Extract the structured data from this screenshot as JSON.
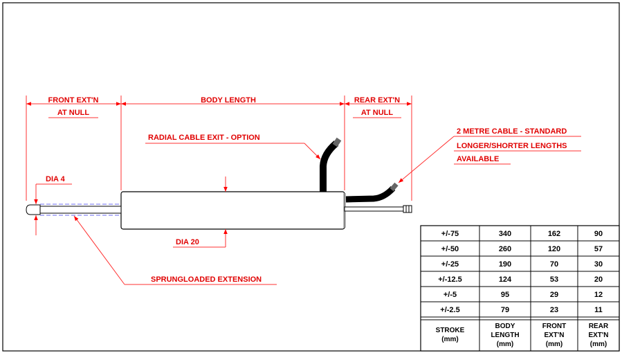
{
  "labels": {
    "front_ext_1": "FRONT EXT'N",
    "front_ext_2": "AT NULL",
    "body_length": "BODY LENGTH",
    "rear_ext_1": "REAR EXT'N",
    "rear_ext_2": "AT NULL",
    "radial_cable": "RADIAL CABLE EXIT - OPTION",
    "cable_1": "2 METRE CABLE - STANDARD",
    "cable_2": "LONGER/SHORTER LENGTHS",
    "cable_3": "AVAILABLE",
    "dia4": "DIA 4",
    "dia20": "DIA 20",
    "sprung": "SPRUNGLOADED EXTENSION"
  },
  "table": {
    "rows": [
      [
        "+/-75",
        "340",
        "162",
        "90"
      ],
      [
        "+/-50",
        "260",
        "120",
        "57"
      ],
      [
        "+/-25",
        "190",
        "70",
        "30"
      ],
      [
        "+/-12.5",
        "124",
        "53",
        "20"
      ],
      [
        "+/-5",
        "95",
        "29",
        "12"
      ],
      [
        "+/-2.5",
        "79",
        "23",
        "11"
      ]
    ],
    "headers": [
      [
        "STROKE",
        "(mm)"
      ],
      [
        "BODY",
        "LENGTH",
        "(mm)"
      ],
      [
        "FRONT",
        "EXT'N",
        "(mm)"
      ],
      [
        "REAR",
        "EXT'N",
        "(mm)"
      ]
    ]
  }
}
